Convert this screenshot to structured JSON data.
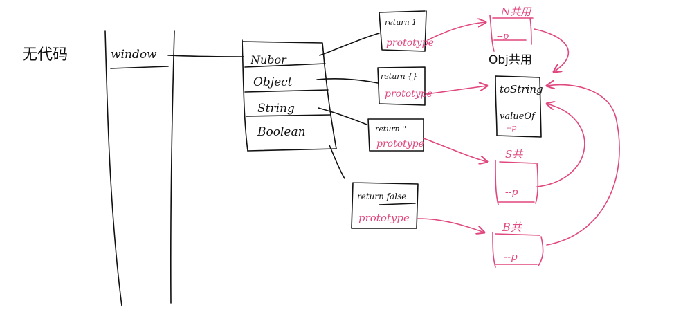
{
  "colors": {
    "ink": "#111111",
    "accent": "#e0477e",
    "background": "#ffffff"
  },
  "memory": {
    "code_label": "无代码",
    "window_label": "window"
  },
  "globals": {
    "items": [
      "Nubor",
      "Object",
      "String",
      "Boolean"
    ]
  },
  "functions": {
    "number_fn": {
      "body": "return 1",
      "prop": "prototype"
    },
    "object_fn": {
      "body": "return {}",
      "prop": "prototype"
    },
    "string_fn": {
      "body": "return ''",
      "prop": "prototype"
    },
    "boolean_fn": {
      "body": "return false",
      "prop": "prototype"
    }
  },
  "prototypes": {
    "number_proto": {
      "title": "N共用",
      "proto_label": "--p"
    },
    "object_proto": {
      "title": "Obj共用",
      "methods": [
        "toString",
        "valueOf"
      ],
      "proto_label": "--p"
    },
    "string_proto": {
      "title": "S共",
      "proto_label": "--p"
    },
    "boolean_proto": {
      "title": "B共",
      "proto_label": "--p"
    }
  }
}
